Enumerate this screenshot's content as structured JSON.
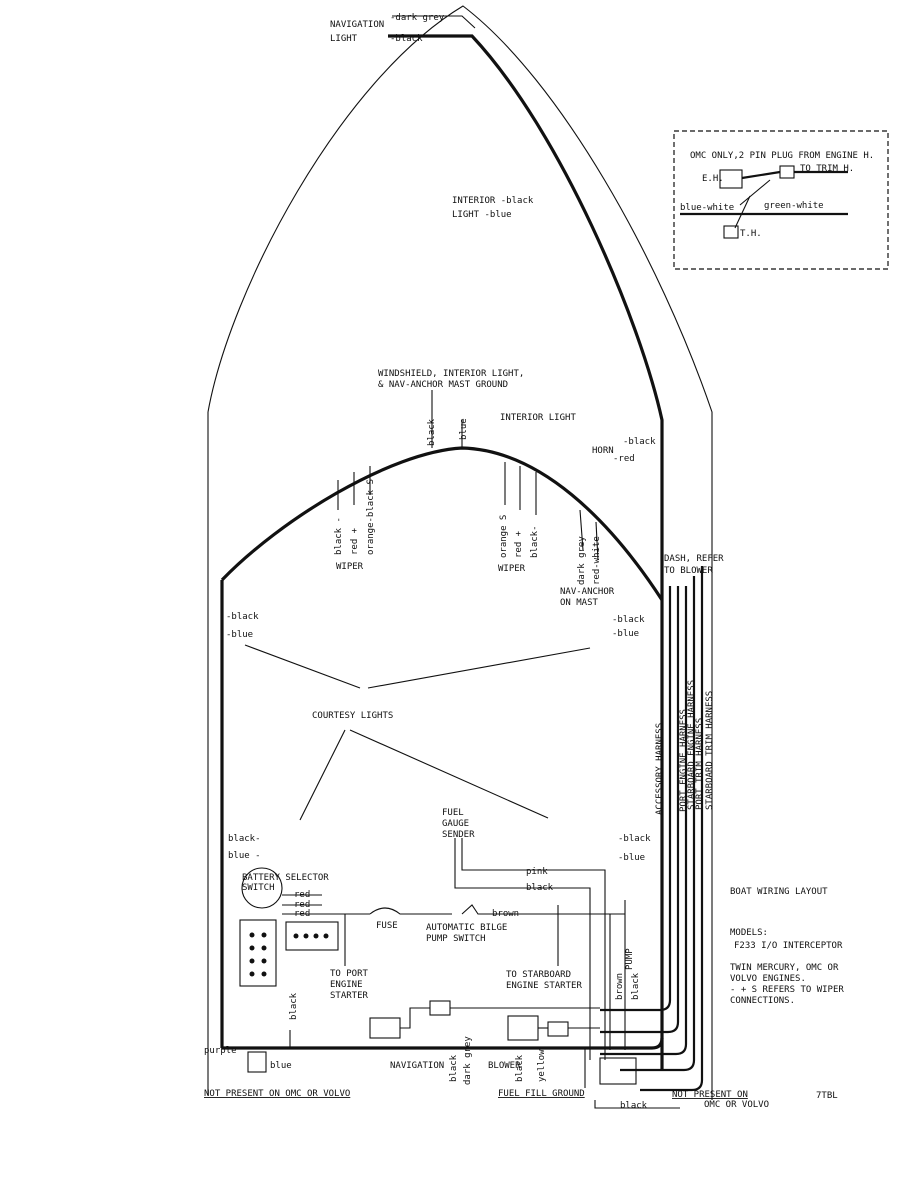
{
  "diagram": {
    "title": "BOAT WIRING LAYOUT",
    "models_heading": "MODELS:",
    "model": "F233 I/O INTERCEPTOR",
    "notes": [
      "TWIN MERCURY, OMC OR",
      "VOLVO ENGINES.",
      "- + S REFERS TO WIPER",
      "CONNECTIONS."
    ],
    "code": "7TBL"
  },
  "inset": {
    "line1": "OMC ONLY,2 PIN PLUG FROM ENGINE H.",
    "line2": "TO TRIM H.",
    "eh": "E.H.",
    "th": "T.H.",
    "blue_white": "blue-white",
    "green_white": "green-white"
  },
  "labels": {
    "nav_light_1": "NAVIGATION",
    "nav_light_2": "LIGHT",
    "dark_grey": "-dark grey",
    "black_top": "-black",
    "interior_1": "INTERIOR -black",
    "interior_2": "LIGHT    -blue",
    "ws_1": "WINDSHIELD, INTERIOR LIGHT,",
    "ws_2": "& NAV-ANCHOR MAST GROUND",
    "interior_light": "INTERIOR LIGHT",
    "black_v": "black",
    "blue_v": "blue",
    "horn": "HORN",
    "horn_black": "-black",
    "horn_red": "-red",
    "wiper_l": "WIPER",
    "wiper_r": "WIPER",
    "wl_black": "black -",
    "wl_red": "red +",
    "wl_orange": "orange-black S",
    "wr_orange": "orange S",
    "wr_red": "red +",
    "wr_black": "black-",
    "dark_grey_v": "dark grey",
    "red_white_v": "red-white",
    "nav_anchor_1": "NAV-ANCHOR",
    "nav_anchor_2": "ON MAST",
    "dash_1": "DASH, REFER",
    "dash_2": "TO BLOWER",
    "l_black": "-black",
    "l_blue": "-blue",
    "r_black": "-black",
    "r_blue": "-blue",
    "courtesy": "COURTESY LIGHTS",
    "accessory": "ACCESSORY HARNESS",
    "port_engine": "PORT ENGINE HARNESS",
    "stbd_engine": "STARBOARD ENGINE HARNESS",
    "port_trim": "PORT TRIM HARNESS",
    "stbd_trim": "STARBOARD TRIM HARNESS",
    "lb_black": "black-",
    "lb_blue": "blue -",
    "rb_black": "-black",
    "rb_blue": "-blue",
    "fuel_1": "FUEL",
    "fuel_2": "GAUGE",
    "fuel_3": "SENDER",
    "pink": "pink",
    "black_f": "black",
    "batt_1": "BATTERY SELECTOR",
    "batt_2": "SWITCH",
    "red1": "red",
    "red2": "red",
    "red3": "red",
    "fuse": "FUSE",
    "bilge_1": "AUTOMATIC BILGE",
    "bilge_2": "PUMP SWITCH",
    "brown": "brown",
    "port_starter_1": "TO PORT",
    "port_starter_2": "ENGINE",
    "port_starter_3": "STARTER",
    "stbd_starter_1": "TO STARBOARD",
    "stbd_starter_2": "ENGINE STARTER",
    "brown_v": "brown",
    "pump_v": "PUMP",
    "black_pv": "black",
    "black_b": "black",
    "purple": "purple",
    "blue_b": "blue",
    "navigation_b": "NAVIGATION",
    "black_nv": "black",
    "dark_grey_nv": "dark grey",
    "blower": "BLOWER",
    "yellow": "yellow",
    "black_yv": "black",
    "not_present_l": "NOT PRESENT ON OMC OR VOLVO",
    "fuel_fill": "FUEL FILL GROUND",
    "not_present_r": "NOT PRESENT ON",
    "omc_volvo": "OMC OR VOLVO",
    "black_bottom": "black"
  }
}
